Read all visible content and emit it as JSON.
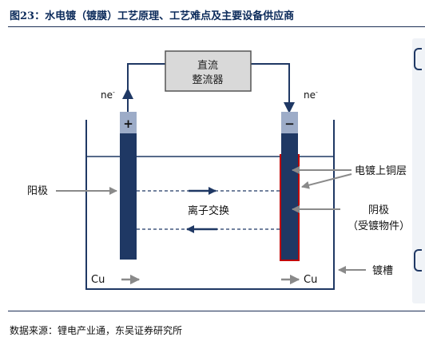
{
  "figure": {
    "title": "图23：水电镀（镀膜）工艺原理、工艺难点及主要设备供应商",
    "source": "数据来源：锂电产业通，东吴证券研究所"
  },
  "diagram": {
    "rectifier_line1": "直流",
    "rectifier_line2": "整流器",
    "electron_left": "ne",
    "electron_right": "ne",
    "electron_sup": "-",
    "plus_sign": "+",
    "minus_sign": "−",
    "anode_label": "阳极",
    "copper_layer_label": "电镀上铜层",
    "ion_exchange_label": "离子交换",
    "cathode_label": "阴极",
    "cathode_sub_label": "（受镀物件）",
    "tank_label": "镀槽",
    "cu_left": "Cu",
    "cu_right": "Cu"
  },
  "colors": {
    "electrode": "#1f3864",
    "plating_layer": "#c00000",
    "terminal_fill": "#9dacc8",
    "rectifier_fill": "#d9d9d9",
    "arrow_gray": "#8a8a8a",
    "title_navy": "#0b2a5a"
  }
}
